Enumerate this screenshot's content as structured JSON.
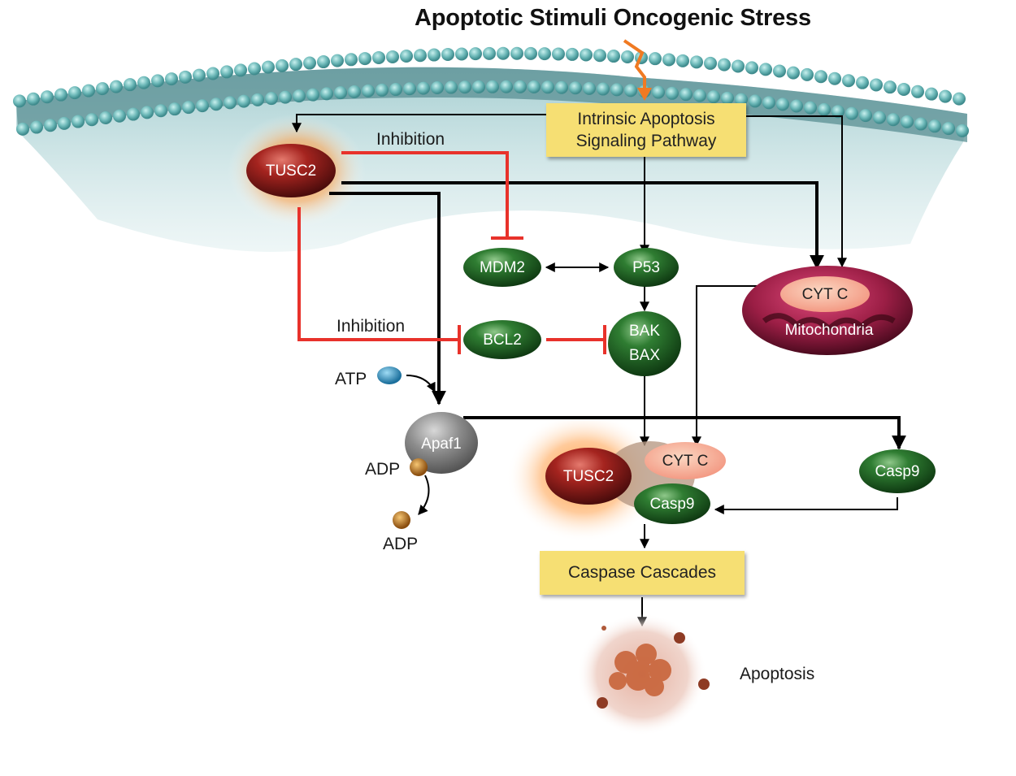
{
  "title": "Apoptotic Stimuli Oncogenic Stress",
  "boxes": {
    "intrinsic_line1": "Intrinsic Apoptosis",
    "intrinsic_line2": "Signaling Pathway",
    "caspase": "Caspase Cascades"
  },
  "labels": {
    "inhibition_top": "Inhibition",
    "inhibition_bottom": "Inhibition",
    "atp": "ATP",
    "adp_1": "ADP",
    "adp_2": "ADP",
    "apoptosis": "Apoptosis"
  },
  "nodes": {
    "tusc2_top": "TUSC2",
    "mdm2": "MDM2",
    "p53": "P53",
    "bcl2": "BCL2",
    "bak": "BAK",
    "bax": "BAX",
    "cytc_mito": "CYT C",
    "mitochondria": "Mitochondria",
    "apaf1": "Apaf1",
    "tusc2_complex": "TUSC2",
    "cytc_complex": "CYT C",
    "casp9_complex": "Casp9",
    "casp9_right": "Casp9"
  },
  "colors": {
    "inhibition": "#e8322b",
    "activation": "#000000",
    "stimulus": "#f07a22",
    "box": "#f6df73",
    "green_node": "#2e6b2e",
    "red_node": "#9b1e1e",
    "mito": "#8a1a3a",
    "membrane": "#6fb5b8"
  }
}
